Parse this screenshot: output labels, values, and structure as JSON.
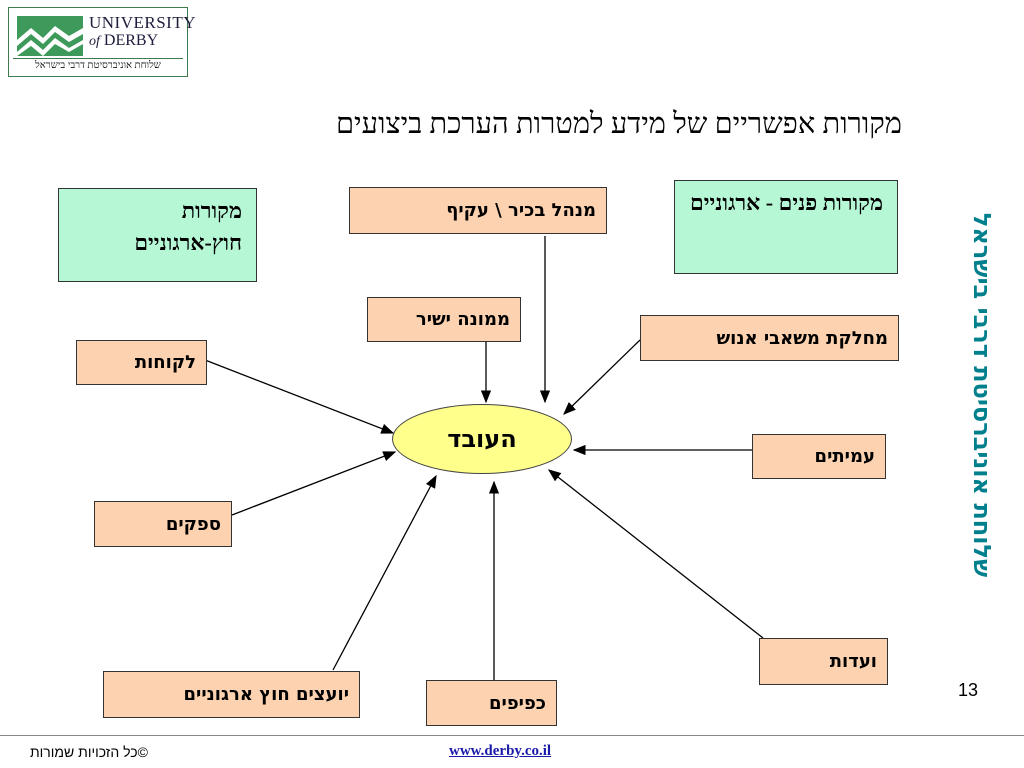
{
  "logo": {
    "line1": "UNIVERSITY",
    "line2_of": "of",
    "line2_name": "DERBY",
    "strip": "שלוחת אוניברסיטת דרבי בישראל"
  },
  "title": "מקורות אפשריים של מידע למטרות הערכת ביצועים",
  "side_text": "שלוחת אוניברסיטת דרבי בישראל",
  "center": "העובד",
  "boxes": {
    "external_sources": "מקורות חוץ-ארגוניים",
    "internal_sources": "מקורות פנים - ארגוניים",
    "senior_manager": "מנהל בכיר \\ עקיף",
    "direct_supervisor": "ממונה ישיר",
    "hr_department": "מחלקת משאבי אנוש",
    "customers": "לקוחות",
    "peers": "עמיתים",
    "suppliers": "ספקים",
    "committees": "ועדות",
    "external_consultants": "יועצים חוץ ארגוניים",
    "subordinates": "כפיפים"
  },
  "page_number": "13",
  "footer": {
    "copyright": "©כל הזכויות שמורות",
    "url": "www.derby.co.il"
  }
}
